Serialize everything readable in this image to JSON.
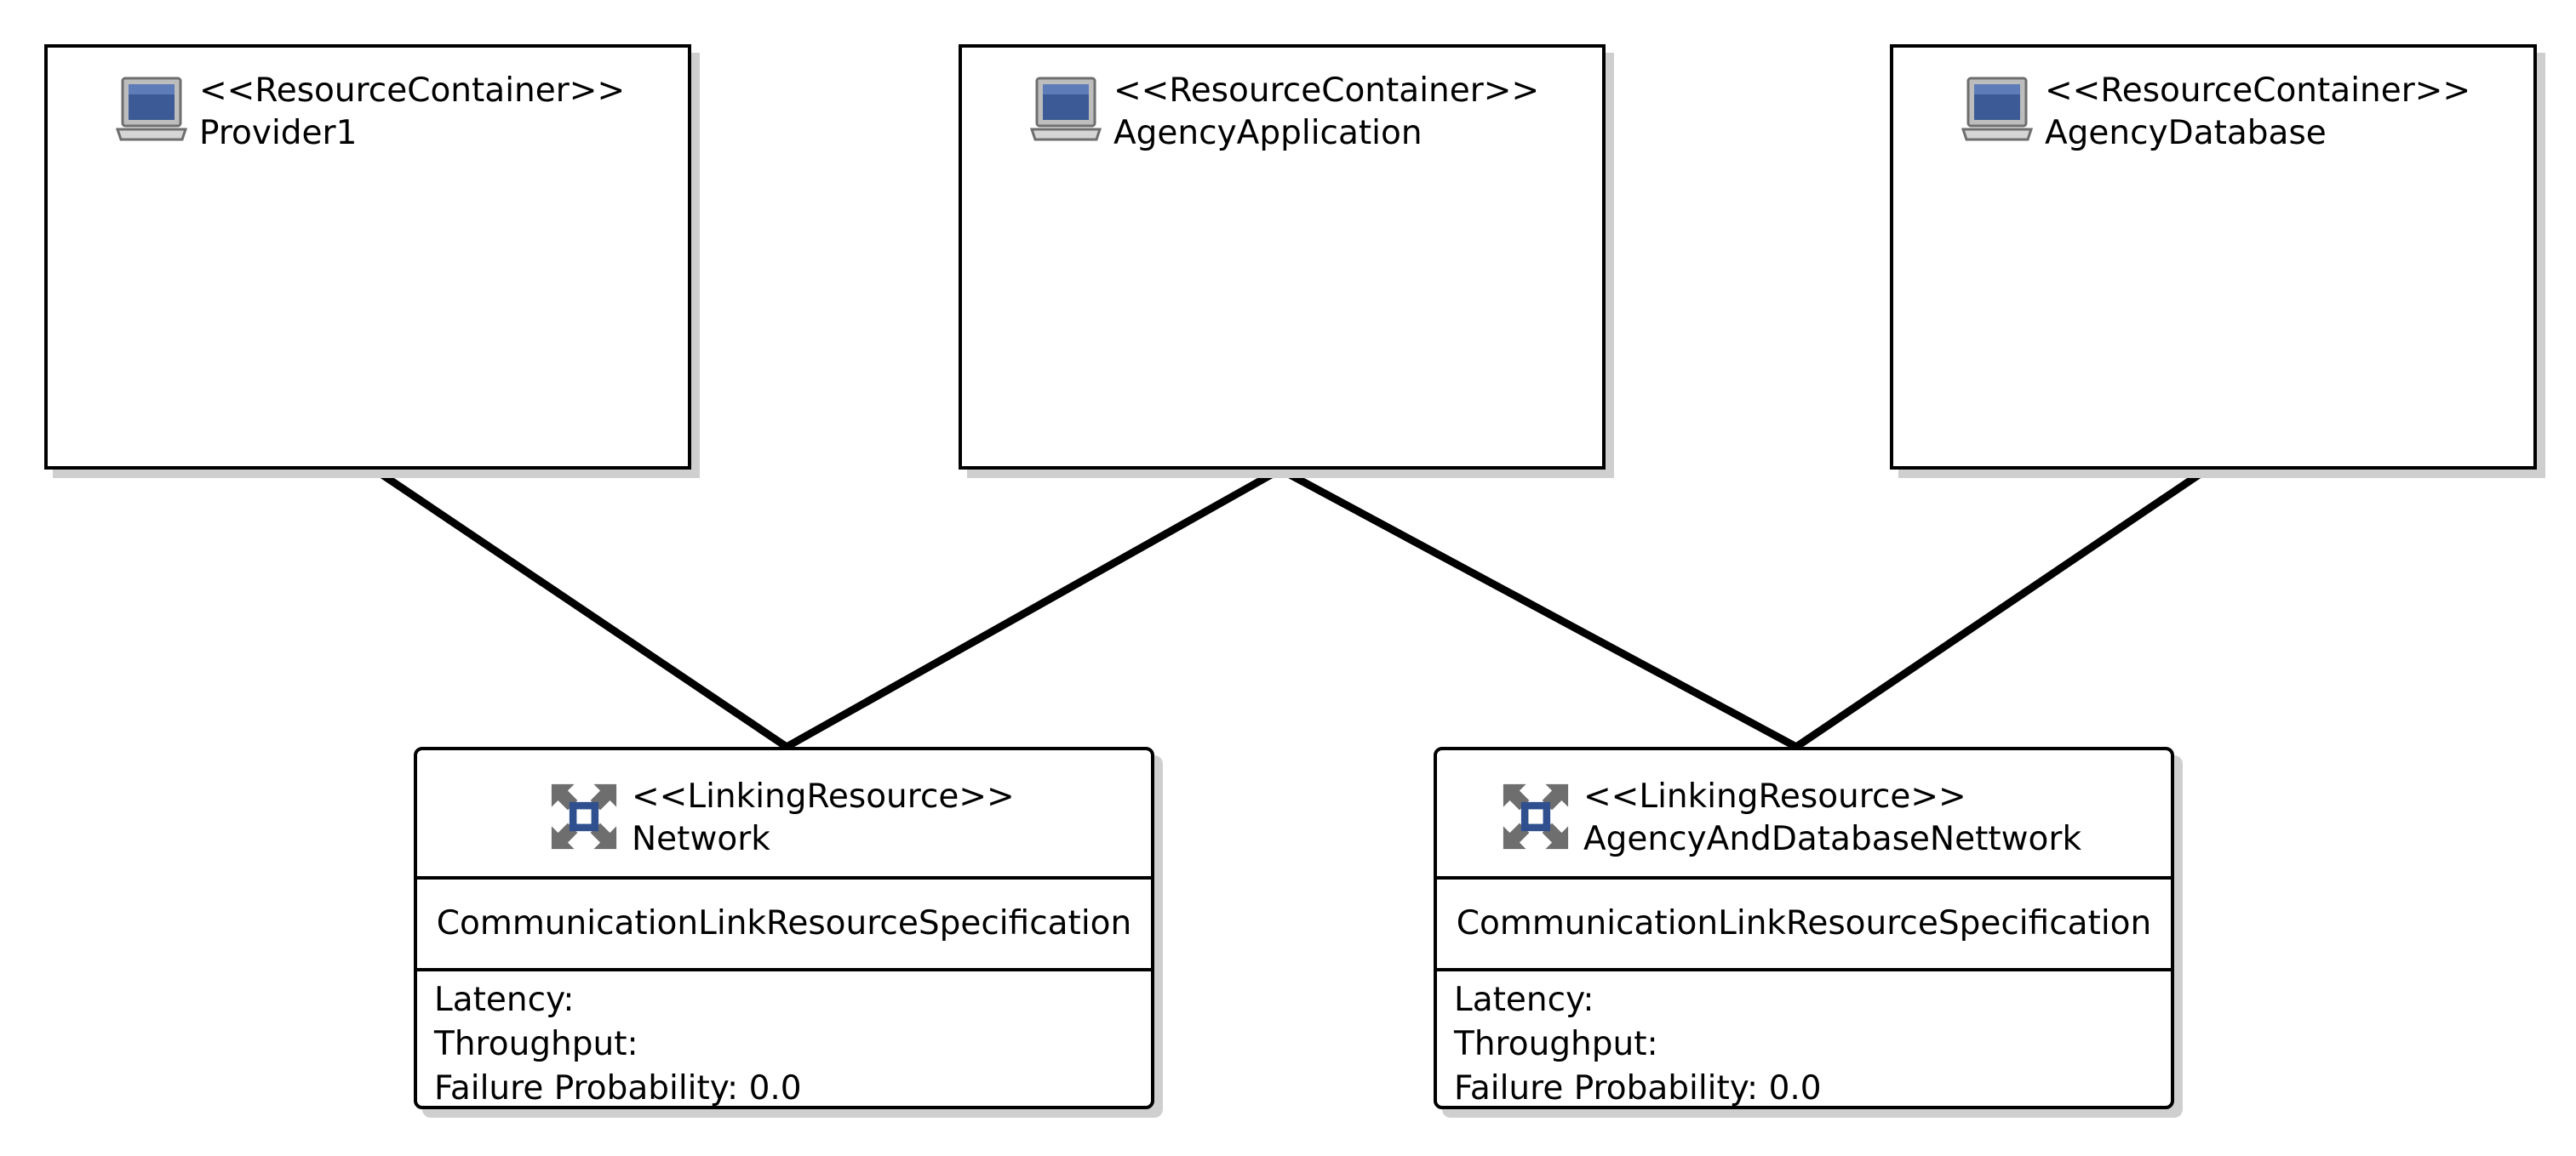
{
  "resource_containers": [
    {
      "stereotype": "<<ResourceContainer>>",
      "name": "Provider1",
      "icon": "computer-icon"
    },
    {
      "stereotype": "<<ResourceContainer>>",
      "name": "AgencyApplication",
      "icon": "computer-icon"
    },
    {
      "stereotype": "<<ResourceContainer>>",
      "name": "AgencyDatabase",
      "icon": "computer-icon"
    }
  ],
  "linking_resources": [
    {
      "stereotype": "<<LinkingResource>>",
      "name": "Network",
      "icon": "linking-resource-icon",
      "specification": "CommunicationLinkResourceSpecification",
      "latency_label": "Latency:",
      "throughput_label": "Throughput:",
      "failure_label": "Failure Probability:",
      "failure_value": "0.0"
    },
    {
      "stereotype": "<<LinkingResource>>",
      "name": "AgencyAndDatabaseNettwork",
      "icon": "linking-resource-icon",
      "specification": "CommunicationLinkResourceSpecification",
      "latency_label": "Latency:",
      "throughput_label": "Throughput:",
      "failure_label": "Failure Probability:",
      "failure_value": "0.0"
    }
  ],
  "connections": [
    {
      "from": "Provider1",
      "to": "Network"
    },
    {
      "from": "AgencyApplication",
      "to": "Network"
    },
    {
      "from": "AgencyApplication",
      "to": "AgencyAndDatabaseNettwork"
    },
    {
      "from": "AgencyDatabase",
      "to": "AgencyAndDatabaseNettwork"
    }
  ],
  "colors": {
    "border": "#000000",
    "shadow": "#cfcfcf",
    "icon_screen": "#3c5a96",
    "icon_gray": "#6e6e6e",
    "link_icon_blue": "#2f4f8f"
  }
}
